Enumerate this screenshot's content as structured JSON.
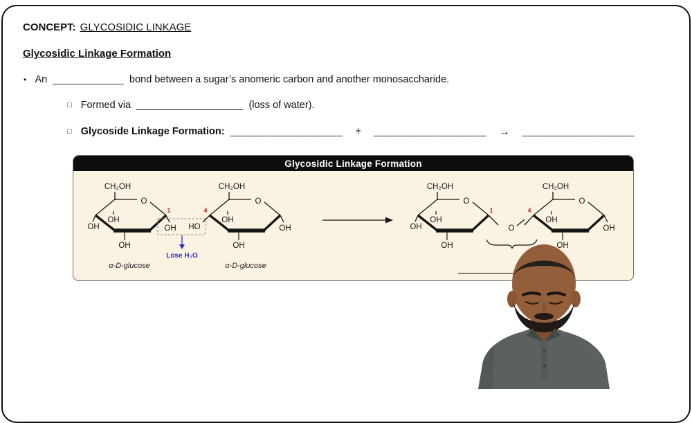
{
  "slide": {
    "concept_label": "CONCEPT:",
    "concept_title": "GLYCOSIDIC LINKAGE",
    "section_heading": "Glycosidic Linkage Formation",
    "bullet": {
      "marker": "•",
      "pre": "An",
      "blank": "____________",
      "post": "bond between a sugar’s anomeric carbon and another monosaccharide."
    },
    "sub_formed": {
      "marker": "□",
      "pre": "Formed via",
      "blank": "__________________",
      "post": "(loss of water)."
    },
    "sub_formation": {
      "marker": "□",
      "label": "Glycoside Linkage Formation:",
      "blank1": "___________________",
      "plus": "+",
      "blank2": "___________________",
      "arrow": "→",
      "blank3": "___________________"
    }
  },
  "figure": {
    "title": "Glycosidic Linkage Formation",
    "lose_water": "Lose H₂O",
    "reactant1": {
      "ch2oh": "CH₂OH",
      "ring_o": "O",
      "num": "1",
      "oh_inner": "OH",
      "oh_left": "OH",
      "oh_bottom": "OH",
      "oh_anomeric": "OH",
      "caption": "α-D-glucose"
    },
    "reactant2": {
      "ch2oh": "CH₂OH",
      "ring_o": "O",
      "num": "4",
      "ho_left": "HO",
      "oh_inner": "OH",
      "oh_right": "OH",
      "oh_bottom": "OH",
      "caption": "α-D-glucose"
    },
    "product1": {
      "ch2oh": "CH₂OH",
      "ring_o": "O",
      "num": "1",
      "oh_inner": "OH",
      "oh_left": "OH",
      "oh_bottom": "OH"
    },
    "product2": {
      "ch2oh": "CH₂OH",
      "ring_o": "O",
      "num": "4",
      "oh_inner": "OH",
      "oh_right": "OH",
      "oh_bottom": "OH"
    },
    "bridge_o": "O"
  },
  "colors": {
    "accent_red": "#c22a28",
    "accent_blue": "#2430c8",
    "panel_bg": "#fbf3e2",
    "panel_header_bg": "#0d0d0d"
  }
}
